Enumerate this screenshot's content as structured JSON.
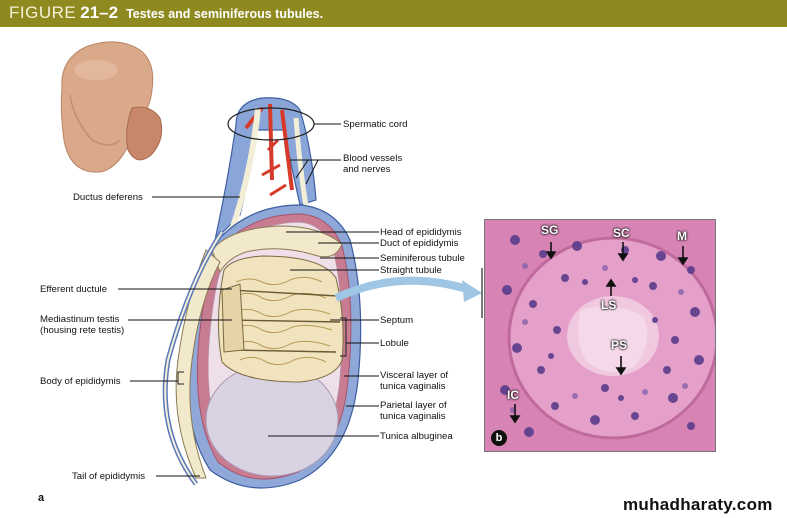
{
  "header": {
    "figure_word": "FIGURE",
    "figure_number": "21–2",
    "title": "Testes and seminiferous tubules."
  },
  "labels": {
    "spermatic_cord": "Spermatic cord",
    "blood_vessels_1": "Blood vessels",
    "blood_vessels_2": "and nerves",
    "ductus_deferens": "Ductus deferens",
    "head_epididymis": "Head of epididymis",
    "duct_epididymis": "Duct of epididymis",
    "seminiferous_tubule": "Seminiferous tubule",
    "straight_tubule": "Straight tubule",
    "efferent_ductule": "Efferent ductule",
    "mediastinum_1": "Mediastinum testis",
    "mediastinum_2": "(housing rete testis)",
    "septum": "Septum",
    "lobule": "Lobule",
    "visceral_1": "Visceral layer of",
    "visceral_2": "tunica vaginalis",
    "parietal_1": "Parietal layer of",
    "parietal_2": "tunica vaginalis",
    "body_epididymis": "Body of epididymis",
    "tunica_albuginea": "Tunica albuginea",
    "tail_epididymis": "Tail of epididymis"
  },
  "panel_a": {
    "letter": "a"
  },
  "micrograph": {
    "panel_letter": "b",
    "labels": {
      "sg": "SG",
      "sc": "SC",
      "m": "M",
      "ls": "LS",
      "ps": "PS",
      "ic": "IC"
    }
  },
  "watermark": "muhadharaty.com"
}
